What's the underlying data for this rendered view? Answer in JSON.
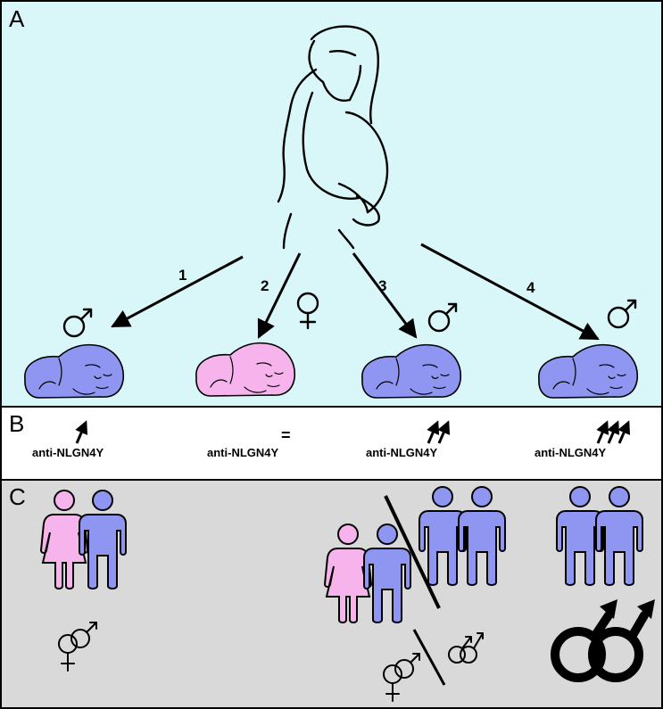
{
  "panels": {
    "a": {
      "letter": "A",
      "background": "#d9f7f9"
    },
    "b": {
      "letter": "B",
      "background": "#ffffff"
    },
    "c": {
      "letter": "C",
      "background": "#d9d9d9"
    }
  },
  "colors": {
    "male": "#8f96f2",
    "female": "#f6b3ec",
    "ink": "#000000"
  },
  "pregnancies": [
    {
      "number": "1",
      "baby_sex": "male",
      "antibody_label": "anti-NLGN4Y",
      "antibody_arrows": 1
    },
    {
      "number": "2",
      "baby_sex": "female",
      "antibody_label": "anti-NLGN4Y",
      "antibody_symbol": "="
    },
    {
      "number": "3",
      "baby_sex": "male",
      "antibody_label": "anti-NLGN4Y",
      "antibody_arrows": 2
    },
    {
      "number": "4",
      "baby_sex": "male",
      "antibody_label": "anti-NLGN4Y",
      "antibody_arrows": 3
    }
  ],
  "icons": {
    "mother": "pregnant-woman-outline",
    "baby": "sleeping-baby-icon",
    "male_symbol": "mars-symbol-icon",
    "female_symbol": "venus-symbol-icon",
    "heterosexual_couple": "man-woman-couple-icon",
    "homosexual_couple": "man-man-couple-icon",
    "hetero_symbol": "venus-mars-symbol-icon",
    "homo_symbol": "mars-mars-symbol-icon"
  }
}
